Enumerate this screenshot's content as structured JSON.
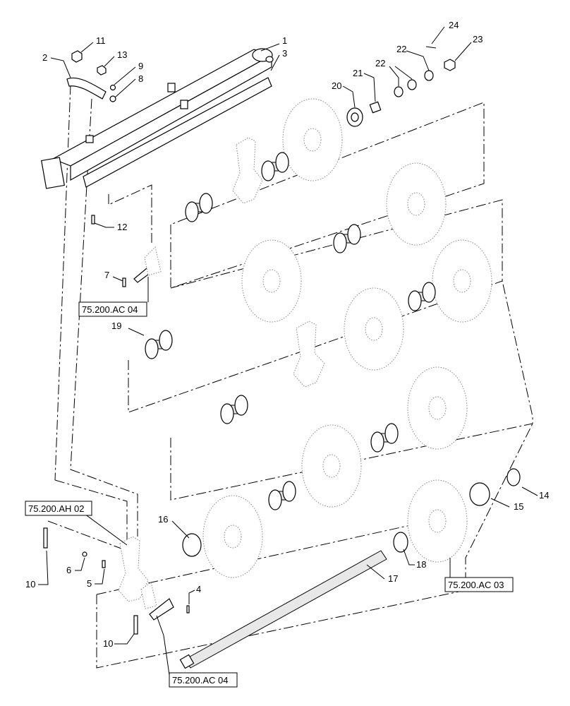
{
  "callouts": [
    {
      "id": "c1",
      "text": "1"
    },
    {
      "id": "c2",
      "text": "2"
    },
    {
      "id": "c3",
      "text": "3"
    },
    {
      "id": "c4",
      "text": "4"
    },
    {
      "id": "c5",
      "text": "5"
    },
    {
      "id": "c6",
      "text": "6"
    },
    {
      "id": "c7",
      "text": "7"
    },
    {
      "id": "c8",
      "text": "8"
    },
    {
      "id": "c9",
      "text": "9"
    },
    {
      "id": "c10a",
      "text": "10"
    },
    {
      "id": "c10b",
      "text": "10"
    },
    {
      "id": "c11",
      "text": "11"
    },
    {
      "id": "c12",
      "text": "12"
    },
    {
      "id": "c13",
      "text": "13"
    },
    {
      "id": "c14",
      "text": "14"
    },
    {
      "id": "c15",
      "text": "15"
    },
    {
      "id": "c16",
      "text": "16"
    },
    {
      "id": "c17",
      "text": "17"
    },
    {
      "id": "c18",
      "text": "18"
    },
    {
      "id": "c19",
      "text": "19"
    },
    {
      "id": "c20",
      "text": "20"
    },
    {
      "id": "c21",
      "text": "21"
    },
    {
      "id": "c22a",
      "text": "22"
    },
    {
      "id": "c22b",
      "text": "22"
    },
    {
      "id": "c23",
      "text": "23"
    },
    {
      "id": "c24",
      "text": "24"
    }
  ],
  "refs": {
    "ac04_top": "75.200.AC 04",
    "ah02": "75.200.AH 02",
    "ac03": "75.200.AC 03",
    "ac04_bottom": "75.200.AC 04"
  }
}
